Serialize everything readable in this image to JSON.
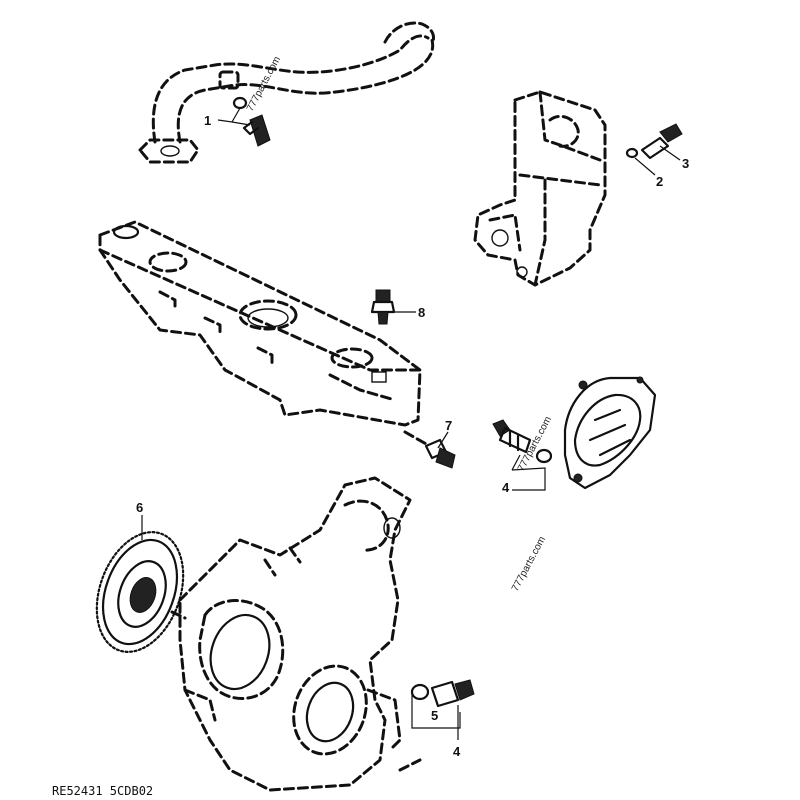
{
  "callouts": {
    "c1": "1",
    "c2": "2",
    "c3": "3",
    "c4a": "4",
    "c4b": "4",
    "c5": "5",
    "c6": "6",
    "c7": "7",
    "c8": "8"
  },
  "watermarks": {
    "w1": "777parts.com",
    "w2": "777parts.com",
    "w3": "777parts.com"
  },
  "reference_code": "RE52431 5CDB02"
}
